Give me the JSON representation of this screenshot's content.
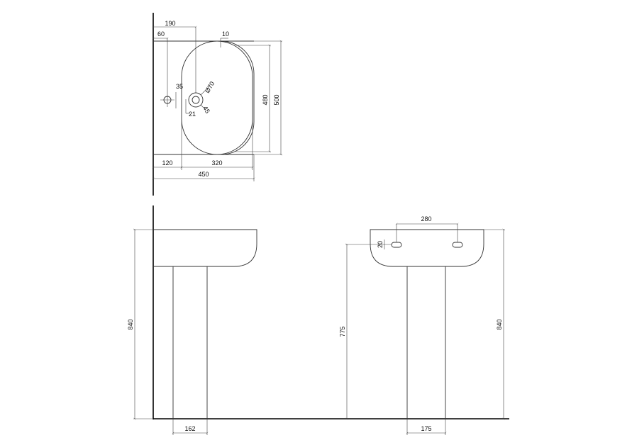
{
  "top_view": {
    "dim_190": "190",
    "dim_60": "60",
    "dim_10": "10",
    "dim_35": "35",
    "dim_d70": "Ø70",
    "dim_45": "45",
    "dim_21": "21",
    "dim_480": "480",
    "dim_500": "500",
    "dim_120": "120",
    "dim_320": "320",
    "dim_450": "450"
  },
  "side_view": {
    "dim_840": "840",
    "dim_162": "162"
  },
  "front_view": {
    "dim_280": "280",
    "dim_20": "20",
    "dim_775": "775",
    "dim_840": "840",
    "dim_175": "175"
  }
}
